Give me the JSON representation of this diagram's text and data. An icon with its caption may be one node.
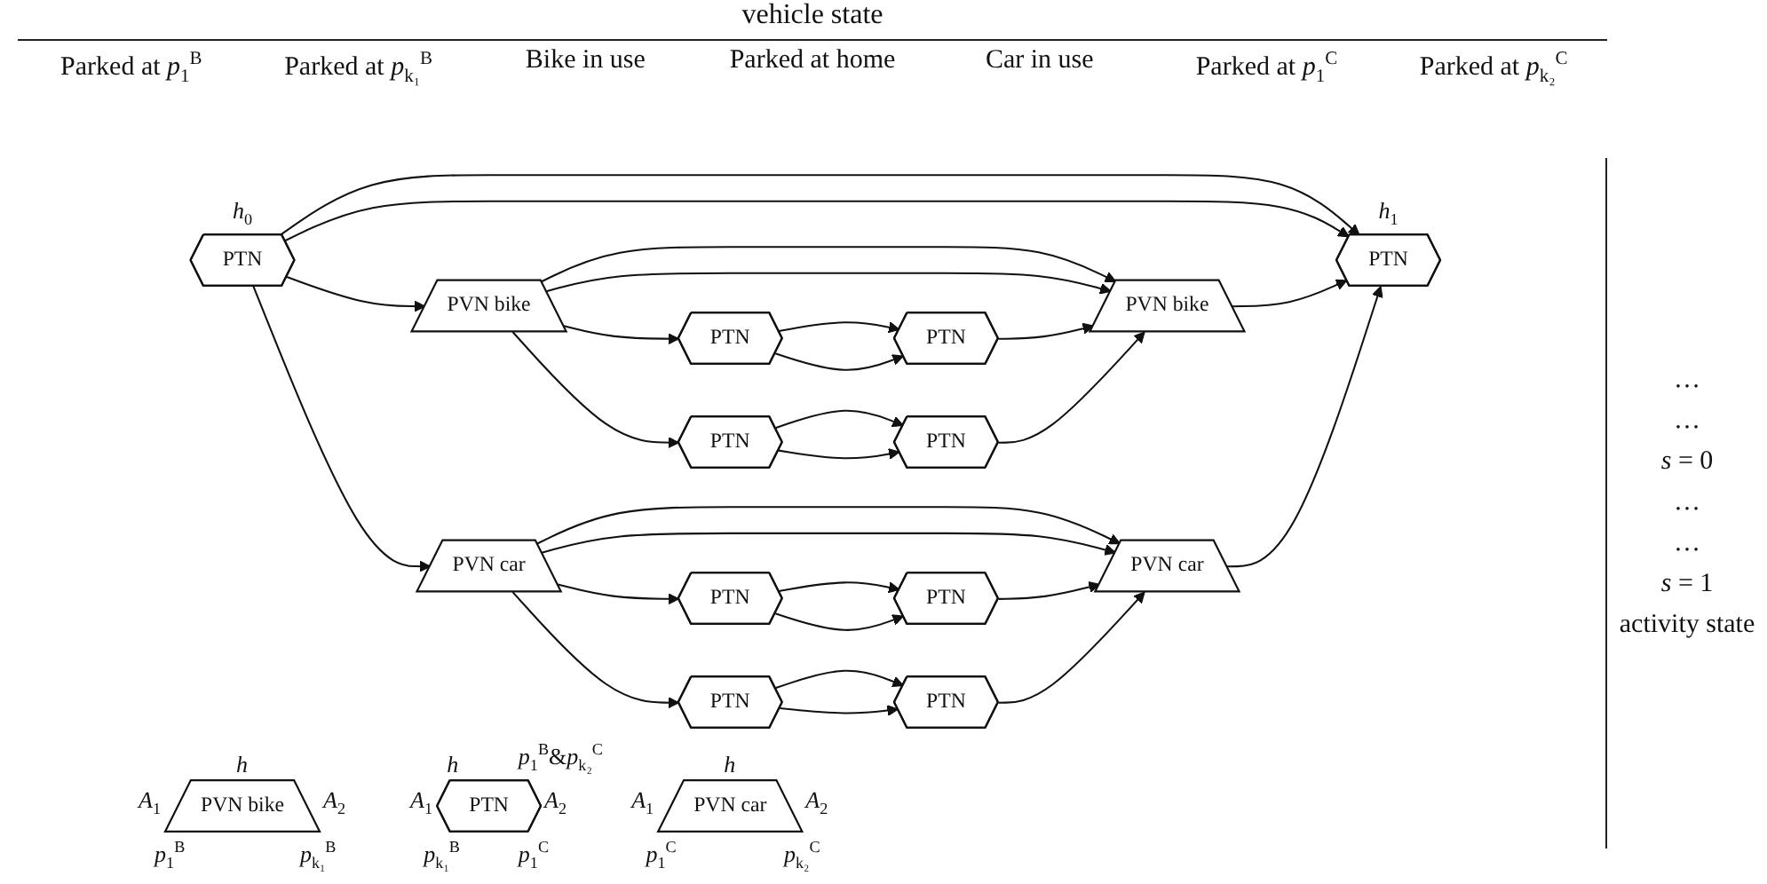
{
  "diagram": {
    "nodes": [
      {
        "text": [
          "PTN"
        ]
      },
      {
        "text": [
          "PTN"
        ]
      },
      {
        "text": [
          "PVN bike"
        ]
      },
      {
        "text": [
          "PTN"
        ],
        "beside": [
          "*h*$_{0}$"
        ]
      },
      {
        "text": [
          "PVN car"
        ]
      },
      {
        "text": [
          "PTN"
        ]
      },
      {
        "text": [
          "PTN"
        ]
      },
      {
        "text": [
          "PTN"
        ]
      },
      {
        "text": [
          "PTN"
        ]
      },
      {
        "text": [
          "PVN bike"
        ]
      },
      {
        "text": [
          "PTN"
        ],
        "beside": [
          "*h*$_{1}$"
        ]
      },
      {
        "text": [
          "PVN car"
        ]
      },
      {
        "text": [
          "PTN"
        ]
      },
      {
        "text": [
          "PTN"
        ]
      },
      {
        "text": [
          "PVN bike"
        ],
        "beside": [
          "*h*",
          "*A*$_{1}$",
          "*A*$_{2}$",
          "*p*$_{1}$$^{B}$",
          "*p*$_{k₁}$$^{B}$"
        ]
      },
      {
        "text": [
          "PTN"
        ],
        "beside": [
          "*h*",
          "*p*$_{1}$$^{B}$&*p*$_{k₂}$$^{C}$",
          "*A*$_{1}$",
          "*A*$_{2}$",
          "*p*$_{k₁}$$^{B}$",
          "*p*$_{1}$$^{C}$"
        ]
      },
      {
        "text": [
          "PVN car"
        ],
        "beside": [
          "*h*",
          "*A*$_{1}$",
          "*A*$_{2}$",
          "*p*$_{1}$$^{C}$",
          "*p*$_{k₂}$$^{C}$"
        ]
      }
    ],
    "edges": [
      {
        "from": 0,
        "to": 7,
        "arrow": "to"
      },
      {
        "from": 0,
        "to": 7,
        "arrow": "to"
      },
      {
        "from": 1,
        "to": 8,
        "arrow": "to"
      },
      {
        "from": 1,
        "to": 8,
        "arrow": "to"
      },
      {
        "from": 2,
        "to": 9,
        "arrow": "to"
      },
      {
        "from": 2,
        "to": 9,
        "arrow": "to"
      },
      {
        "from": 3,
        "to": 10,
        "arrow": "to"
      },
      {
        "from": 3,
        "to": 10,
        "arrow": "to"
      },
      {
        "from": 4,
        "to": 11,
        "arrow": "to"
      },
      {
        "from": 4,
        "to": 11,
        "arrow": "to"
      },
      {
        "from": 5,
        "to": 12,
        "arrow": "to"
      },
      {
        "from": 5,
        "to": 12,
        "arrow": "to"
      },
      {
        "from": 6,
        "to": 13,
        "arrow": "to"
      },
      {
        "from": 6,
        "to": 13,
        "arrow": "to"
      },
      {
        "from": 2,
        "to": 0,
        "arrow": "to"
      },
      {
        "from": 2,
        "to": 1,
        "arrow": "to"
      },
      {
        "from": 3,
        "to": 2,
        "arrow": "to"
      },
      {
        "from": 3,
        "to": 4,
        "arrow": "to"
      },
      {
        "from": 4,
        "to": 6,
        "arrow": "to"
      },
      {
        "from": 4,
        "to": 5,
        "arrow": "to"
      },
      {
        "from": 7,
        "to": 9,
        "arrow": "to"
      },
      {
        "from": 8,
        "to": 9,
        "arrow": "to"
      },
      {
        "from": 9,
        "to": 10,
        "arrow": "to"
      },
      {
        "from": 11,
        "to": 10,
        "arrow": "to"
      },
      {
        "from": 13,
        "to": 11,
        "arrow": "to"
      },
      {
        "from": 12,
        "to": 11,
        "arrow": "to"
      }
    ],
    "labels": [
      "vehicle state",
      "Parked at *p*$_{1}$$^{B}$",
      "Parked at *p*$_{k₁}$$^{B}$",
      "Bike in use",
      "Parked at home",
      "Car in use",
      "Parked at *p*$_{1}$$^{C}$",
      "Parked at *p*$_{k₂}$$^{C}$",
      "…",
      "…",
      "*s* = 0",
      "…",
      "…",
      "*s* = 1",
      "activity state"
    ]
  }
}
